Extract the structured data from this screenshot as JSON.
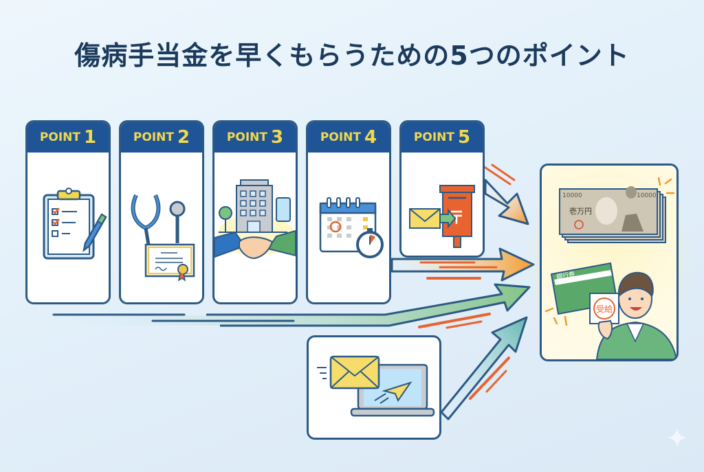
{
  "title": "傷病手当金を早くもらうための5つのポイント",
  "points": [
    {
      "label": "POINT",
      "number": "1",
      "icon": "clipboard-checklist-icon"
    },
    {
      "label": "POINT",
      "number": "2",
      "icon": "stethoscope-certificate-icon"
    },
    {
      "label": "POINT",
      "number": "3",
      "icon": "company-handshake-icon"
    },
    {
      "label": "POINT",
      "number": "4",
      "icon": "calendar-stopwatch-icon"
    },
    {
      "label": "POINT",
      "number": "5",
      "icon": "mail-postbox-icon"
    }
  ],
  "online_box": {
    "icon": "email-laptop-send-icon"
  },
  "result": {
    "banknote": {
      "denomination_left": "10000",
      "denomination_right": "10000",
      "text": "壱万円"
    },
    "passbook_label": "銀行券",
    "stamp": "受給",
    "icon": "person-receiving-money-icon"
  },
  "colors": {
    "title": "#1b3a5c",
    "header_bg": "#1f5597",
    "header_text": "#f2d84c",
    "border": "#2c5a84",
    "arrow_orange": "#f59a2e",
    "arrow_green": "#86c48a",
    "arrow_teal": "#6dbfb3",
    "accent_red": "#e8632f"
  }
}
